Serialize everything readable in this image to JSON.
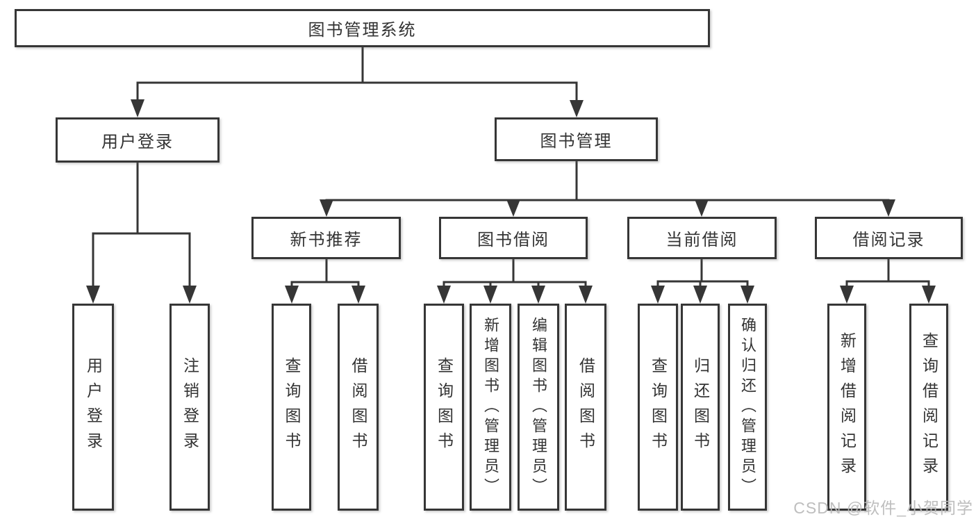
{
  "diagram": {
    "root": {
      "label": "图书管理系统"
    },
    "level2": [
      {
        "label": "用户登录"
      },
      {
        "label": "图书管理"
      }
    ],
    "level3": [
      {
        "label": "新书推荐",
        "parent": "图书管理"
      },
      {
        "label": "图书借阅",
        "parent": "图书管理"
      },
      {
        "label": "当前借阅",
        "parent": "图书管理"
      },
      {
        "label": "借阅记录",
        "parent": "图书管理"
      }
    ],
    "leaves": [
      {
        "label": "用户登录",
        "parent": "用户登录"
      },
      {
        "label": "注销登录",
        "parent": "用户登录"
      },
      {
        "label": "查询图书",
        "parent": "新书推荐"
      },
      {
        "label": "借阅图书",
        "parent": "新书推荐"
      },
      {
        "label": "查询图书",
        "parent": "图书借阅"
      },
      {
        "label": "新增图书（管理员）",
        "parent": "图书借阅"
      },
      {
        "label": "编辑图书（管理员）",
        "parent": "图书借阅"
      },
      {
        "label": "借阅图书",
        "parent": "图书借阅"
      },
      {
        "label": "查询图书",
        "parent": "当前借阅"
      },
      {
        "label": "归还图书",
        "parent": "当前借阅"
      },
      {
        "label": "确认归还（管理员）",
        "parent": "当前借阅"
      },
      {
        "label": "新增借阅记录",
        "parent": "借阅记录"
      },
      {
        "label": "查询借阅记录",
        "parent": "借阅记录"
      }
    ],
    "watermark": "CSDN @软件_小贺同学",
    "colors": {
      "line": "#363636",
      "text": "#333333",
      "box_fill": "#ffffff",
      "watermark": "#bababa",
      "background": "#ffffff"
    }
  }
}
